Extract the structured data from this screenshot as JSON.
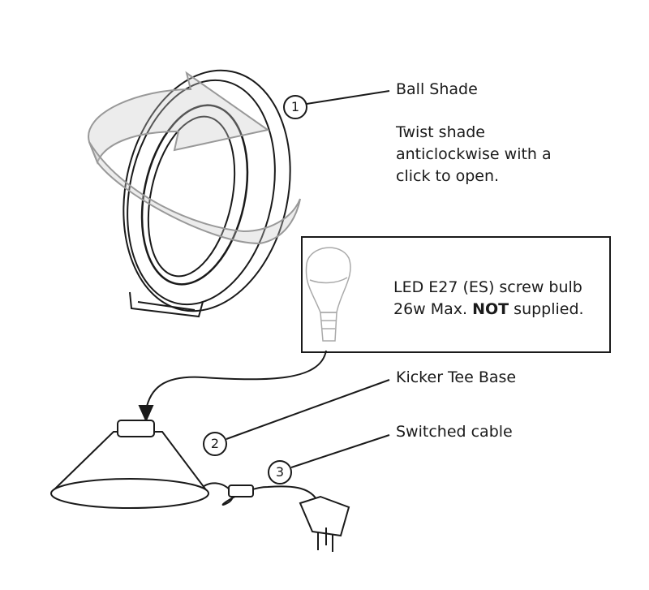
{
  "callouts": [
    {
      "number": "1",
      "label": "Ball Shade"
    },
    {
      "number": "2",
      "label": "Kicker Tee Base"
    },
    {
      "number": "3",
      "label": "Switched cable"
    }
  ],
  "twist_note": [
    "Twist shade",
    "anticlockwise with a",
    "click to open."
  ],
  "bulb_note": {
    "line1": "LED E27 (ES) screw bulb",
    "line2_a": "26w Max. ",
    "line2_bold": "NOT",
    "line2_b": " supplied."
  }
}
